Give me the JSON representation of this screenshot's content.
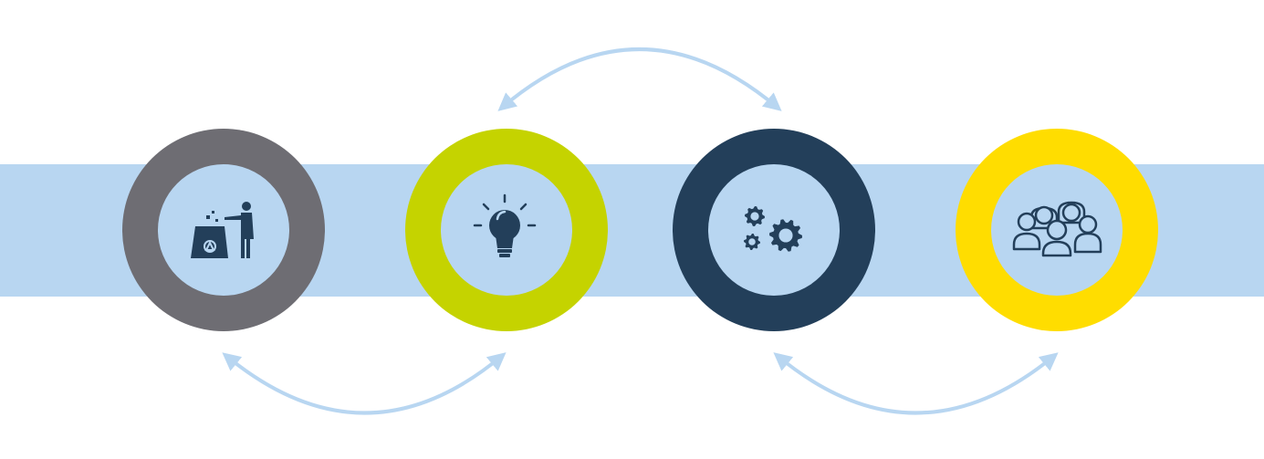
{
  "colors": {
    "band": "#b8d6f1",
    "arrow": "#b8d6f1",
    "icon": "#233f5a",
    "inner": "#b8d6f1"
  },
  "steps": [
    {
      "id": "disposal",
      "icon": "recycle-bin-person-icon",
      "ring_color": "#6e6d73"
    },
    {
      "id": "idea",
      "icon": "lightbulb-icon",
      "ring_color": "#c5d300"
    },
    {
      "id": "process",
      "icon": "gears-icon",
      "ring_color": "#233f5a"
    },
    {
      "id": "people",
      "icon": "people-group-icon",
      "ring_color": "#ffdd00"
    }
  ],
  "connections": [
    {
      "from": "disposal",
      "to": "idea",
      "side": "bottom",
      "direction": "both"
    },
    {
      "from": "idea",
      "to": "process",
      "side": "top",
      "direction": "both"
    },
    {
      "from": "process",
      "to": "people",
      "side": "bottom",
      "direction": "both"
    }
  ]
}
